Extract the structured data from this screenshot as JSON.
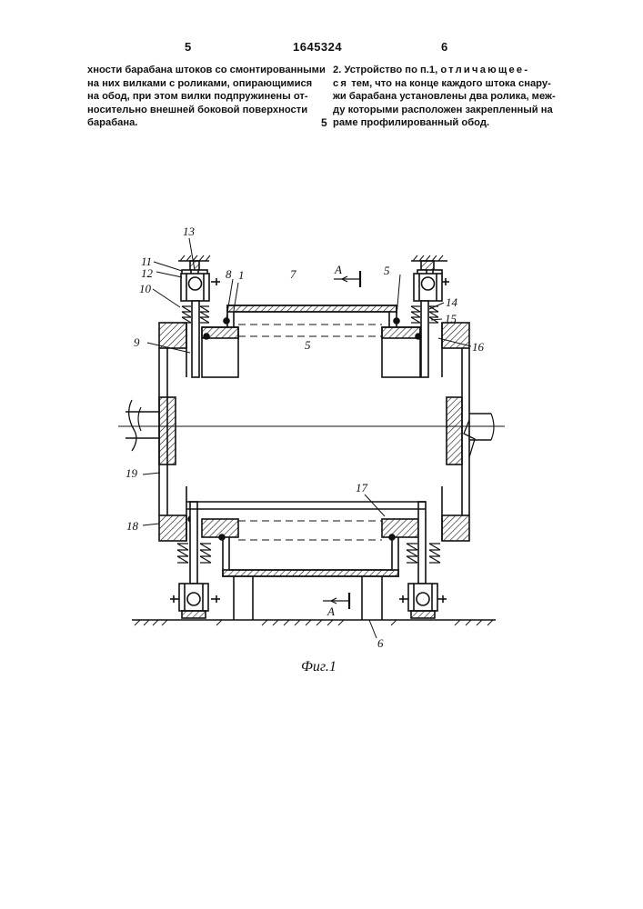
{
  "header": {
    "page_left": "5",
    "patent_number": "1645324",
    "page_right": "6"
  },
  "text": {
    "left_column": [
      "хности барабана штоков со смонтированными",
      "на них вилками с роликами, опирающимися",
      "на обод, при этом вилки подпружинены от-",
      "носительно внешней боковой поверхности",
      "барабана."
    ],
    "right_column": {
      "line1": "2. Устройство по п.1, ",
      "line1_spaced": "отличающее-",
      "line2_spaced": "ся",
      "line2": " тем, что на конце каждого штока снару-",
      "line3": "жи барабана установлены два ролика, меж-",
      "line4": "ду которыми расположен закрепленный на",
      "line5": "раме профилированный обод."
    },
    "line_number": "5"
  },
  "figure": {
    "caption": "Фиг.1",
    "labels": {
      "l13": "13",
      "l11": "11",
      "l12": "12",
      "l10": "10",
      "l8": "8",
      "l1": "1",
      "l7": "7",
      "l5": "5",
      "l14": "14",
      "l15": "15",
      "l16": "16",
      "l9": "9",
      "l19": "19",
      "l18": "18",
      "l17": "17",
      "l6": "6",
      "sectionA_top": "A",
      "sectionA_bottom": "A"
    }
  }
}
